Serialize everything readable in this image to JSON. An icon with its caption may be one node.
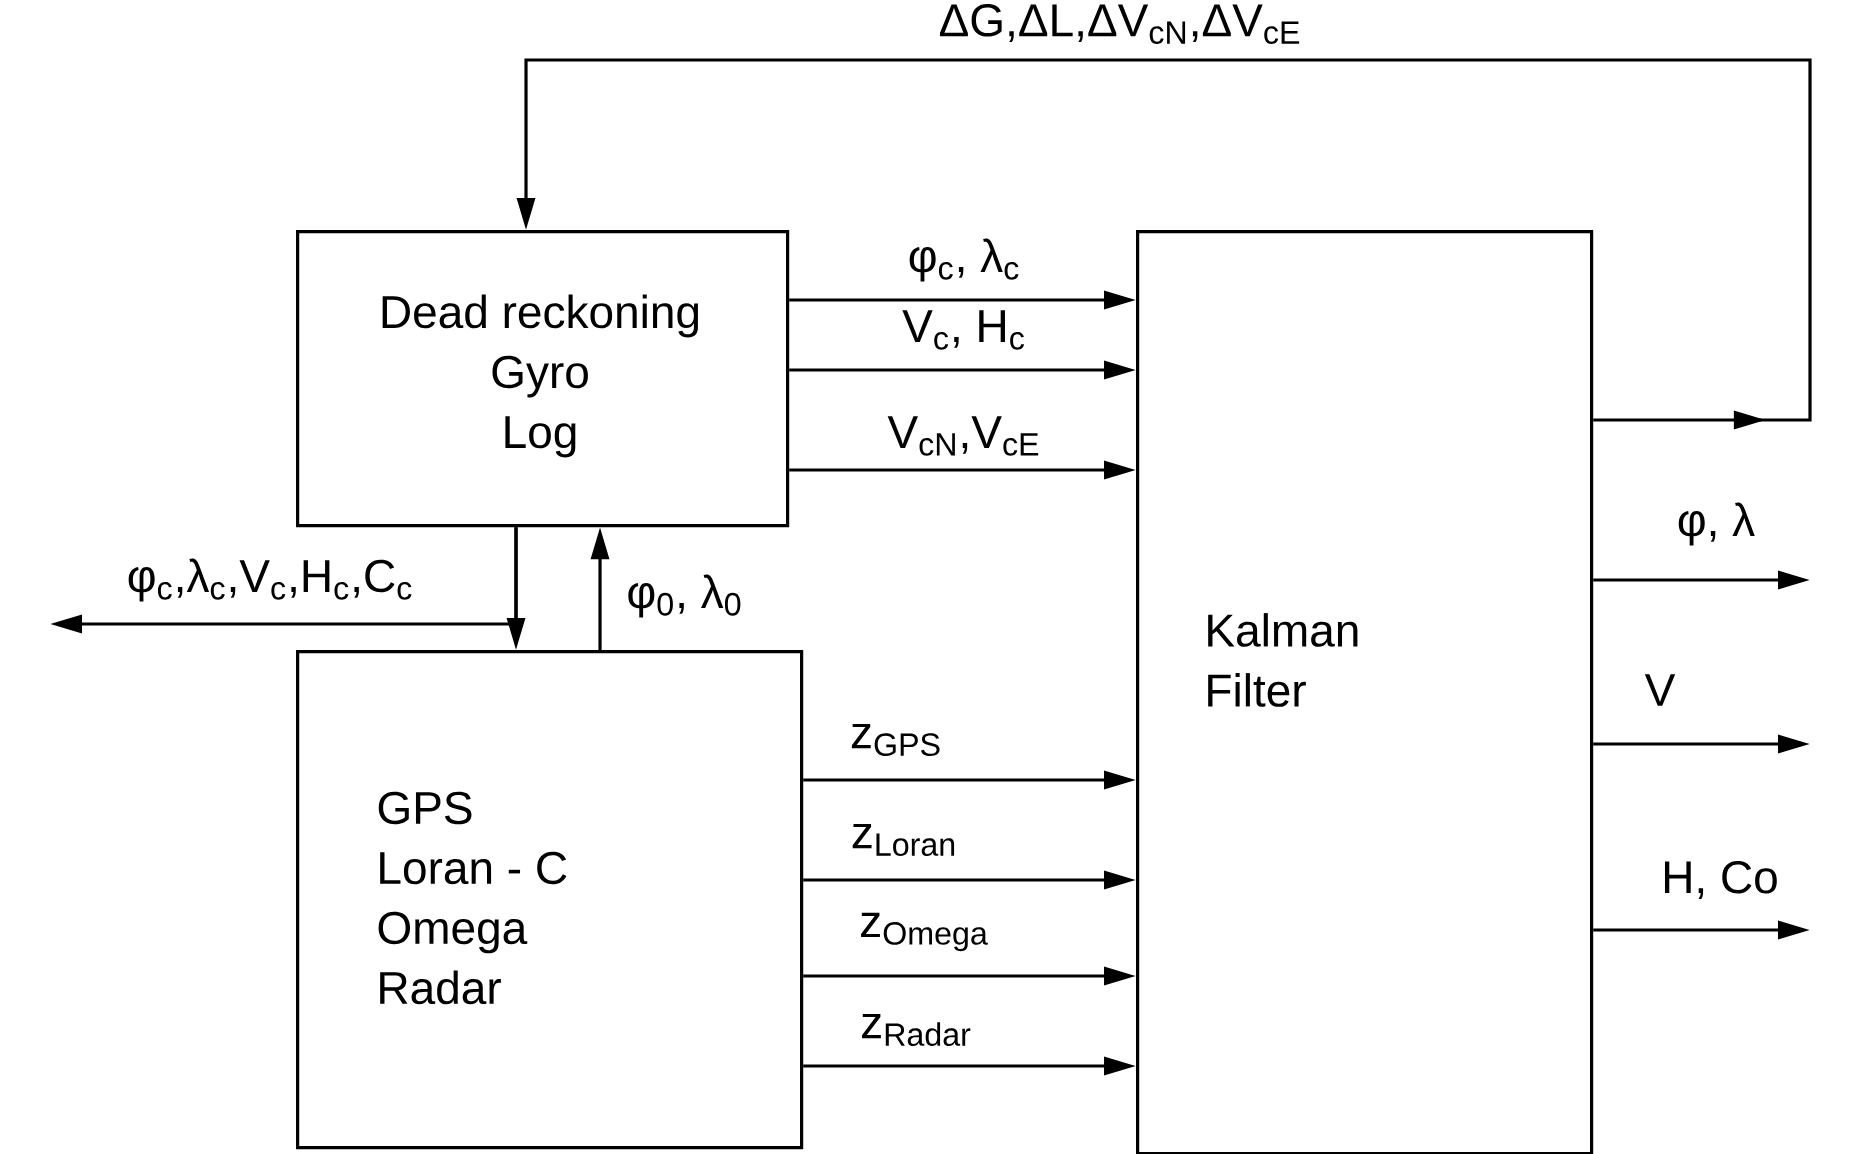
{
  "diagram": {
    "nodes": [
      {
        "text": [
          "Dead reckoning",
          "Gyro",
          "Log"
        ]
      },
      {
        "text": [
          "GPS",
          "Loran - C",
          "Omega",
          "Radar"
        ]
      },
      {
        "text": [
          "Kalman",
          "Filter"
        ]
      }
    ],
    "edges": [
      {
        "from": 2,
        "to": 0,
        "arrow": "to",
        "label": "ΔG,ΔL,ΔV$_{cN}$,ΔV$_{cE}$"
      },
      {
        "from": 0,
        "to": 2,
        "arrow": "to",
        "label": "φ$_{c}$, λ$_{c}$"
      },
      {
        "from": 0,
        "to": 2,
        "arrow": "to",
        "label": "V$_{c}$, H$_{c}$"
      },
      {
        "from": 0,
        "to": 2,
        "arrow": "to",
        "label": "V$_{cN}$,V$_{cE}$"
      },
      {
        "from": 0,
        "to": 1,
        "arrow": "to"
      },
      {
        "from": 0,
        "to": null,
        "arrow": "to",
        "label": "φ$_{c}$,λ$_{c}$,V$_{c}$,H$_{c}$,C$_{c}$"
      },
      {
        "from": 1,
        "to": 0,
        "arrow": "to",
        "label": "φ$_{0}$, λ$_{0}$"
      },
      {
        "from": 1,
        "to": 2,
        "arrow": "to",
        "label": "z$_{GPS}$"
      },
      {
        "from": 1,
        "to": 2,
        "arrow": "to",
        "label": "z$_{Loran}$"
      },
      {
        "from": 1,
        "to": 2,
        "arrow": "to",
        "label": "z$_{Omega}$"
      },
      {
        "from": 1,
        "to": 2,
        "arrow": "to",
        "label": "z$_{Radar}$"
      },
      {
        "from": 2,
        "to": null,
        "arrow": "to",
        "label": "φ, λ"
      },
      {
        "from": 2,
        "to": null,
        "arrow": "to",
        "label": "V"
      },
      {
        "from": 2,
        "to": null,
        "arrow": "to",
        "label": "H, Co"
      }
    ]
  }
}
